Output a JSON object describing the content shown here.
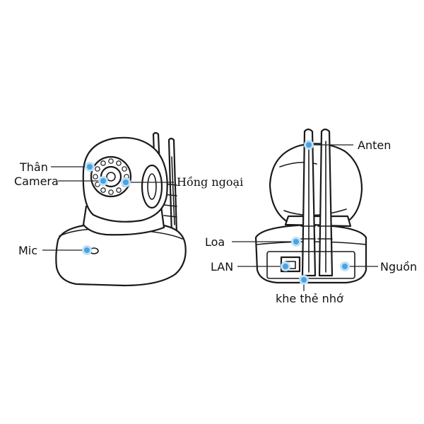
{
  "colors": {
    "marker": "#4aa3e0",
    "marker_glow": "#bfe0f6",
    "line": "#1a1a1a",
    "background": "#ffffff"
  },
  "labels": {
    "than": "Thân",
    "camera": "Camera",
    "hong_ngoai": "Hồng ngoại",
    "mic": "Mic",
    "anten": "Anten",
    "loa": "Loa",
    "lan": "LAN",
    "nguon": "Nguồn",
    "khe_the_nho": "khe thẻ nhớ"
  }
}
